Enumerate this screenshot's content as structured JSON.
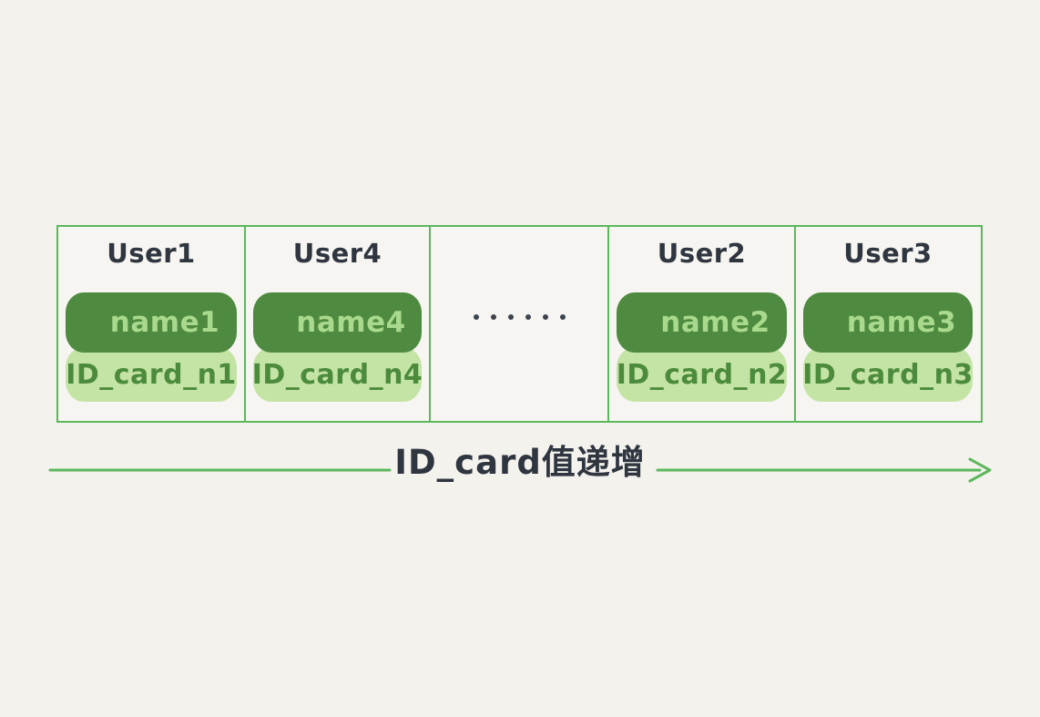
{
  "diagram": {
    "title_text": "ID_card值递增",
    "background_color": "#f4f2ed",
    "border_color": "#5cb85c",
    "name_pill_color": "#4e8a3f",
    "name_text_color": "#a9d98c",
    "id_pill_color": "#c4e4a5",
    "id_text_color": "#4b8b3b",
    "header_text_color": "#2f3640"
  },
  "table": {
    "cells": [
      {
        "header": "User1",
        "name": "name1",
        "id_card": "ID_card_n1",
        "type": "user"
      },
      {
        "header": "User4",
        "name": "name4",
        "id_card": "ID_card_n4",
        "type": "user"
      },
      {
        "header": "",
        "name": "",
        "id_card": "",
        "type": "ellipsis",
        "dot_count": 6
      },
      {
        "header": "User2",
        "name": "name2",
        "id_card": "ID_card_n2",
        "type": "user"
      },
      {
        "header": "User3",
        "name": "name3",
        "id_card": "ID_card_n3",
        "type": "user"
      }
    ]
  },
  "axis": {
    "label": "ID_card值递增",
    "direction": "increasing-right",
    "line_color": "#5cb85c"
  }
}
